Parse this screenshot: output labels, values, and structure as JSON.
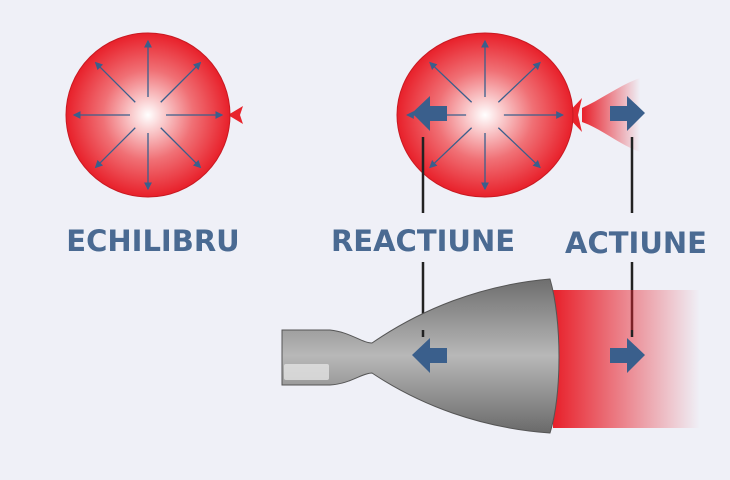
{
  "labels": {
    "equilibrium": "ECHILIBRU",
    "reaction": "REACTIUNE",
    "action": "ACTIUNE"
  },
  "colors": {
    "background": "#eff0f7",
    "balloon": "#e8242c",
    "arrow": "#3a5f8c",
    "text": "#4a6a92",
    "nozzle": "#8a8a8a"
  }
}
